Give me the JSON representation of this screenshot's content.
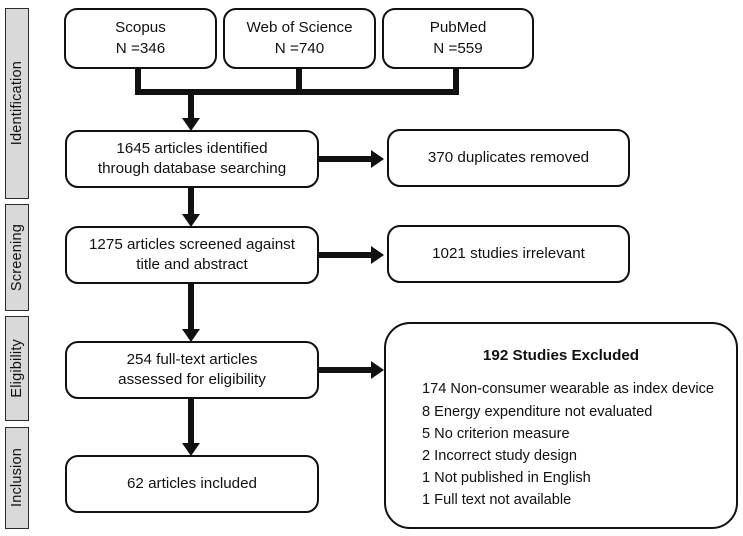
{
  "diagram": {
    "title": "PRISMA flow diagram",
    "background": "#ffffff",
    "stroke_color": "#111111",
    "stage_fill": "#d9d9d9"
  },
  "stages": [
    {
      "label": "Identification"
    },
    {
      "label": "Screening"
    },
    {
      "label": "Eligibility"
    },
    {
      "label": "Inclusion"
    }
  ],
  "sources": [
    {
      "name": "Scopus",
      "count": "N =346"
    },
    {
      "name": "Web of Science",
      "count": "N =740"
    },
    {
      "name": "PubMed",
      "count": "N =559"
    }
  ],
  "flow": {
    "identified": {
      "line1": "1645 articles identified",
      "line2": "through database searching"
    },
    "duplicates": {
      "line1": "370 duplicates removed"
    },
    "screened": {
      "line1": "1275 articles screened against",
      "line2": "title and abstract"
    },
    "irrelevant": {
      "line1": "1021 studies irrelevant"
    },
    "fulltext": {
      "line1": "254 full-text articles",
      "line2": "assessed for eligibility"
    },
    "included": {
      "line1": "62 articles included"
    }
  },
  "excluded": {
    "title": "192 Studies Excluded",
    "reasons": [
      "174 Non-consumer wearable as index device",
      "8 Energy expenditure not evaluated",
      "5 No criterion measure",
      "2 Incorrect study design",
      "1 Not published in English",
      "1 Full text not available"
    ]
  }
}
